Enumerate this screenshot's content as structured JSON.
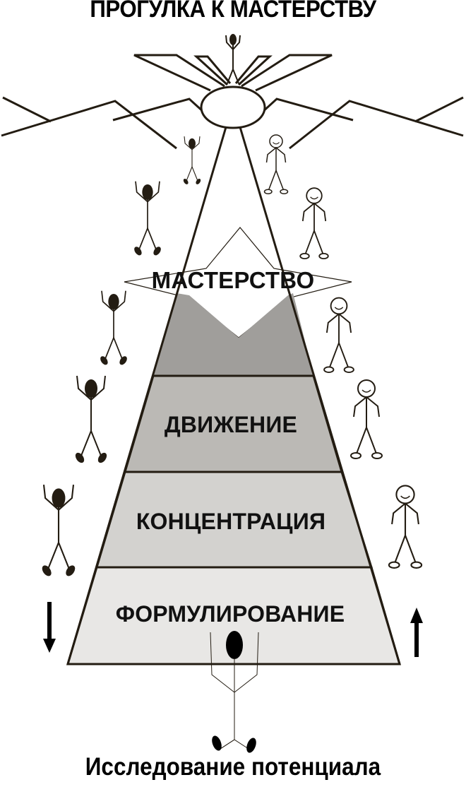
{
  "title": "ПРОГУЛКА К МАСТЕРСТВУ",
  "footer": "Исследование потенциала",
  "pyramid": {
    "levels": [
      {
        "label": "МАСТЕРСТВО",
        "fill": "#a09e9b"
      },
      {
        "label": "ДВИЖЕНИЕ",
        "fill": "#bbb9b5"
      },
      {
        "label": "КОНЦЕНТРАЦИЯ",
        "fill": "#d3d2cf"
      },
      {
        "label": "ФОРМУЛИРОВАНИЕ",
        "fill": "#e8e7e5"
      }
    ]
  },
  "arrows": {
    "left": "arrow-down",
    "right": "arrow-up"
  },
  "colors": {
    "stroke": "#231c12",
    "text": "#000000"
  }
}
